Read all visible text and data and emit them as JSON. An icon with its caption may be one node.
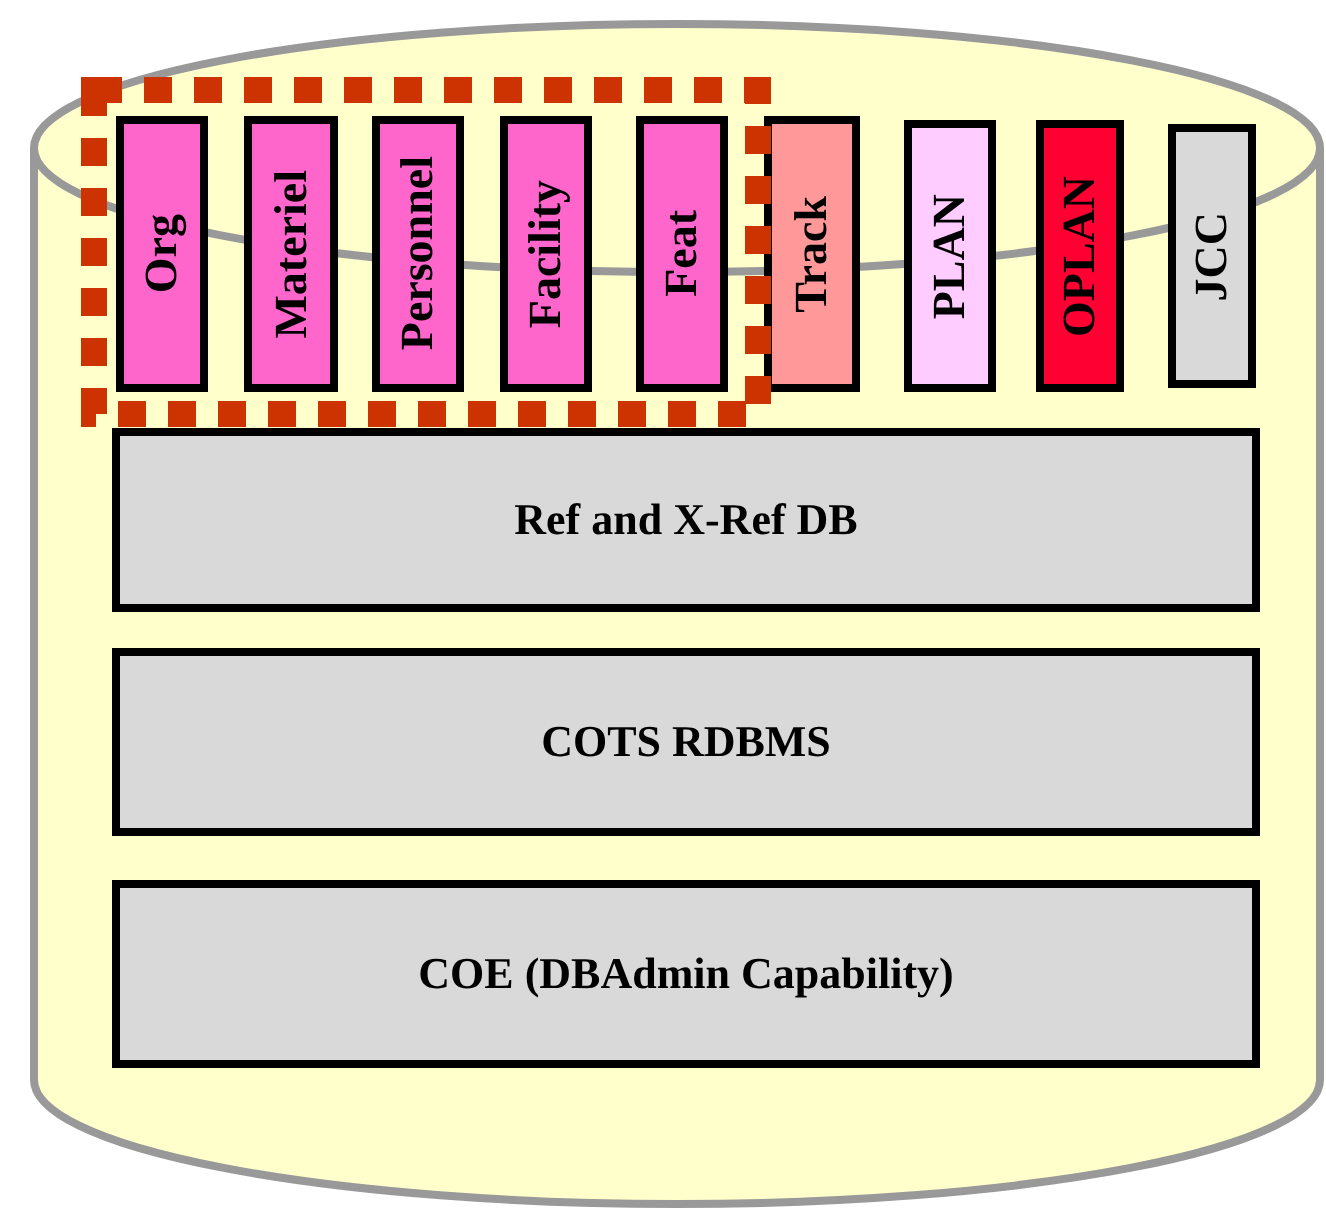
{
  "diagram": {
    "nodes": [
      {
        "text": [],
        "shape": "cylinder"
      },
      {
        "text": [],
        "shape": "box"
      },
      {
        "text": [
          "Org"
        ],
        "in": 1
      },
      {
        "text": [
          "Materiel"
        ],
        "in": 1
      },
      {
        "text": [
          "Personnel"
        ],
        "in": 1
      },
      {
        "text": [
          "Facility"
        ],
        "in": 1
      },
      {
        "text": [
          "Feat"
        ],
        "in": 1
      },
      {
        "text": [
          "Track"
        ],
        "in": 0
      },
      {
        "text": [
          "PLAN"
        ],
        "in": 0
      },
      {
        "text": [
          "OPLAN"
        ],
        "in": 0
      },
      {
        "text": [
          "JCC"
        ],
        "in": 0
      },
      {
        "text": [
          "Ref and X-Ref DB"
        ],
        "in": 0
      },
      {
        "text": [
          "COTS RDBMS"
        ],
        "in": 0
      },
      {
        "text": [
          "COE (DBAdmin Capability)"
        ],
        "in": 0
      }
    ]
  }
}
